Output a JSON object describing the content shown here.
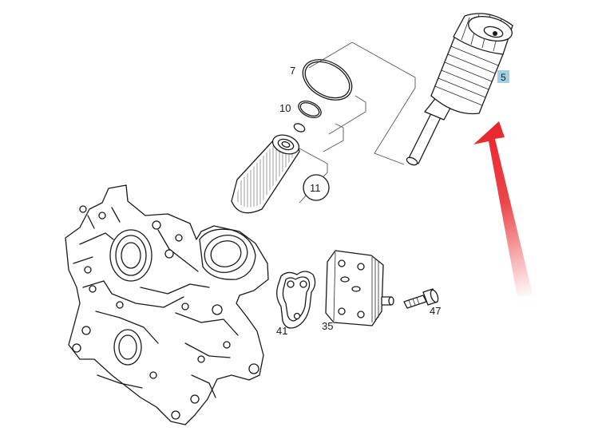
{
  "diagram": {
    "labels": {
      "part_5": "5",
      "part_7": "7",
      "part_10": "10",
      "part_11": "11",
      "part_35": "35",
      "part_41": "41",
      "part_47": "47"
    },
    "highlight_color": "#9fd0e6",
    "arrow_color": "#e8242a"
  }
}
